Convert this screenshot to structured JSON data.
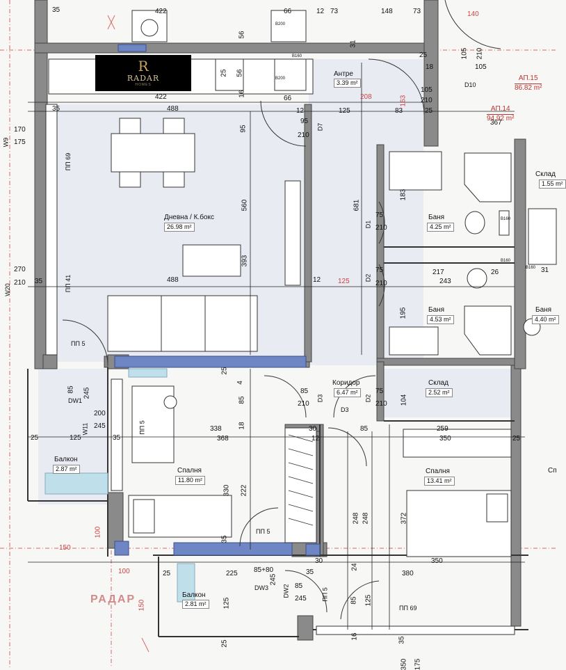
{
  "logo": {
    "mark": "R",
    "title": "RADAR",
    "subtitle": "HOMES"
  },
  "watermark": "РАДАР",
  "apartments": [
    {
      "code": "АП.15",
      "area": "86.82 m²"
    },
    {
      "code": "АП.14",
      "area": "94.92 m²"
    }
  ],
  "rooms": {
    "antre": {
      "name": "Антре",
      "area": "3.39 m²"
    },
    "living": {
      "name": "Дневна / К.бокс",
      "area": "26.98 m²"
    },
    "bath1": {
      "name": "Баня",
      "area": "4.25 m²"
    },
    "bath2": {
      "name": "Баня",
      "area": "4.53 m²"
    },
    "bath3": {
      "name": "Баня",
      "area": "4.40 m²"
    },
    "storage_right": {
      "name": "Склад",
      "area": "1.55 m²"
    },
    "corridor": {
      "name": "Коридор",
      "area": "6.47 m²"
    },
    "storage": {
      "name": "Склад",
      "area": "2.52 m²"
    },
    "balcony1": {
      "name": "Балкон",
      "area": "2.87 m²"
    },
    "bedroom1": {
      "name": "Спалня",
      "area": "11.80 m²"
    },
    "bedroom2": {
      "name": "Спалня",
      "area": "13.41 m²"
    },
    "balcony2": {
      "name": "Балкон",
      "area": "2.81 m²"
    }
  },
  "tags": {
    "d10": "D10",
    "d7": "D7",
    "d1": "D1",
    "d2a": "D2",
    "d2b": "D2",
    "d3a": "D3",
    "d3b": "D3",
    "dw1": "DW1",
    "dw2": "DW2",
    "dw3": "DW3",
    "w9": "W9",
    "w20": "W20",
    "w11": "W11",
    "pp69a": "ПП 69",
    "pp41": "ПП 41",
    "pp5a": "ПП 5",
    "pp5b": "ПП 5",
    "pp5c": "ПП 5",
    "pp5d": "ПП 5",
    "pp69b": "ПП 69",
    "sp_partial": "Сп"
  },
  "dims": {
    "d35a": "35",
    "d422a": "422",
    "d66a": "66",
    "d12a": "12",
    "d73": "73",
    "d148": "148",
    "d73b": "73",
    "d140": "140",
    "d56a": "56",
    "d31a": "31",
    "d25a": "25",
    "d422b": "422",
    "d66b": "66",
    "d105a": "105",
    "d18": "18",
    "d105b": "105",
    "d210a": "210",
    "d25b": "25",
    "d56b": "56",
    "d16a": "16",
    "d488a": "488",
    "d35b": "35",
    "d12b": "12",
    "d125a": "125",
    "d83": "83",
    "d25c": "25",
    "d208": "208",
    "d163": "163",
    "d105c": "105",
    "d210b": "210",
    "d170": "170",
    "d175a": "175",
    "d95a": "95",
    "d95b": "95",
    "d210c": "210",
    "d367": "367",
    "d560": "560",
    "d681": "681",
    "d183": "183",
    "d75a": "75",
    "d210d": "210",
    "d393": "393",
    "d270": "270",
    "d210e": "210",
    "d35c": "35",
    "d488b": "488",
    "d12c": "12",
    "d125b": "125",
    "d217": "217",
    "d243": "243",
    "d26": "26",
    "d31b": "31",
    "d75b": "75",
    "d210f": "210",
    "d195": "195",
    "d25d": "25",
    "d4": "4",
    "d85a": "85",
    "d245a": "245",
    "d200": "200",
    "d245b": "245",
    "d85b": "85",
    "d210g": "210",
    "d75c": "75",
    "d210h": "210",
    "d104": "104",
    "d85c": "85",
    "d18b": "18",
    "d30a": "30",
    "d85d": "85",
    "d259": "259",
    "d25e": "25",
    "d125c": "125",
    "d35d": "35",
    "d338": "338",
    "d368": "368",
    "d12d": "12",
    "d350a": "350",
    "d25f": "25",
    "d222": "222",
    "d330": "330",
    "d248a": "248",
    "d248b": "248",
    "d372": "372",
    "d100a": "100",
    "d150": "150",
    "d35e": "35",
    "d30b": "30",
    "d24": "24",
    "d350b": "350",
    "d100b": "100",
    "d25g": "25",
    "d225": "225",
    "d8580": "85+80",
    "d245c": "245",
    "d35f": "35",
    "d380": "380",
    "d150b": "150",
    "d125d": "125",
    "d85e": "85",
    "d245d": "245",
    "d85f": "85",
    "d125e": "125",
    "d25h": "25",
    "d16b": "16",
    "d35g": "35",
    "d350c": "350",
    "d175b": "175"
  },
  "fixtures": {
    "b200a": "B200",
    "b200b": "B200",
    "b160a": "B160",
    "b160b": "B160",
    "b160c": "B160",
    "b160d": "B160"
  }
}
